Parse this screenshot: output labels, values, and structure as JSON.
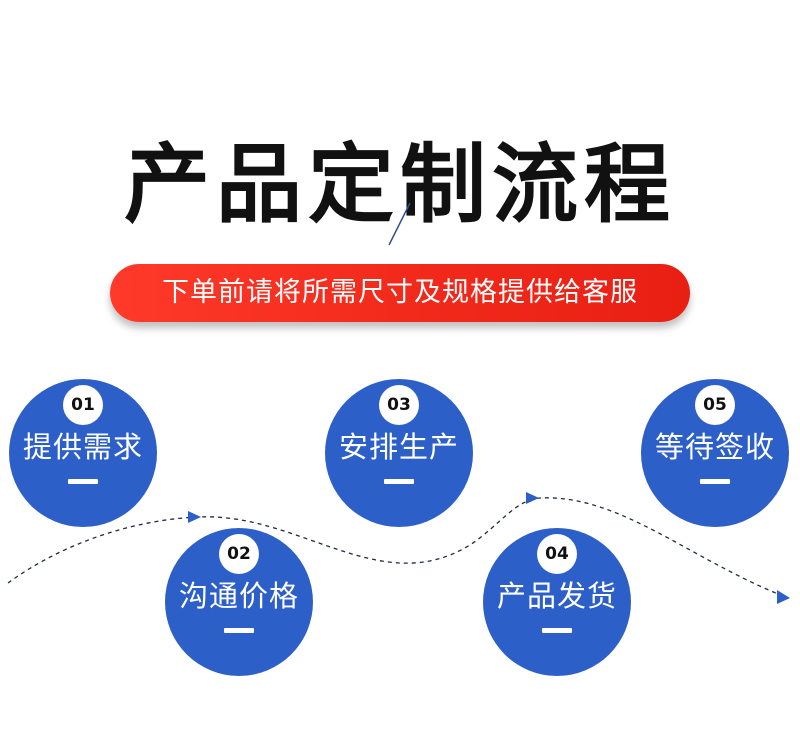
{
  "title": "产品定制流程",
  "notice": "下单前请将所需尺寸及规格提供给客服",
  "steps": [
    {
      "number": "01",
      "label": "提供需求"
    },
    {
      "number": "02",
      "label": "沟通价格"
    },
    {
      "number": "03",
      "label": "安排生产"
    },
    {
      "number": "04",
      "label": "产品发货"
    },
    {
      "number": "05",
      "label": "等待签收"
    }
  ],
  "colors": {
    "step_fill": "#2d5fc9",
    "banner_red": "#f22a1c",
    "flow_line": "#1f2a44",
    "arrow": "#2d5fc9"
  }
}
